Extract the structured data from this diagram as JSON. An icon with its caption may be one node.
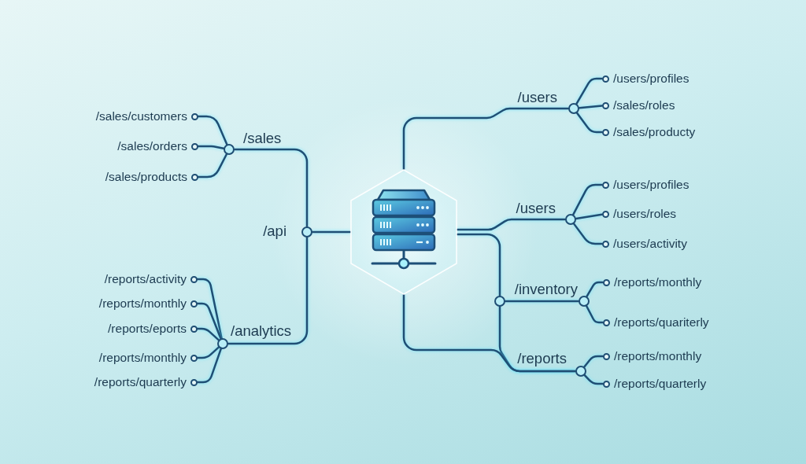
{
  "diagram": {
    "nodes": [
      {
        "text": [],
        "shape": "hexagon"
      },
      {
        "text": [],
        "shape": "circle",
        "beside": [
          "/api"
        ]
      },
      {
        "text": [],
        "shape": "circle",
        "beside": [
          "/sales"
        ]
      },
      {
        "text": [],
        "shape": "circle",
        "beside": [
          "/sales/customers"
        ]
      },
      {
        "text": [],
        "shape": "circle",
        "beside": [
          "/sales/orders"
        ]
      },
      {
        "text": [],
        "shape": "circle",
        "beside": [
          "/sales/products"
        ]
      },
      {
        "text": [],
        "shape": "circle",
        "beside": [
          "/analytics"
        ]
      },
      {
        "text": [],
        "shape": "circle",
        "beside": [
          "/reports/activity"
        ]
      },
      {
        "text": [],
        "shape": "circle",
        "beside": [
          "/reports/monthly"
        ]
      },
      {
        "text": [],
        "shape": "circle",
        "beside": [
          "/reports/eports"
        ]
      },
      {
        "text": [],
        "shape": "circle",
        "beside": [
          "/reports/monthly"
        ]
      },
      {
        "text": [],
        "shape": "circle",
        "beside": [
          "/reports/quarterly"
        ]
      },
      {
        "text": [],
        "shape": "circle",
        "beside": [
          "/users"
        ]
      },
      {
        "text": [],
        "shape": "circle",
        "beside": [
          "/users/profiles"
        ]
      },
      {
        "text": [],
        "shape": "circle",
        "beside": [
          "/sales/roles"
        ]
      },
      {
        "text": [],
        "shape": "circle",
        "beside": [
          "/sales/producty"
        ]
      },
      {
        "text": [],
        "shape": "circle",
        "beside": [
          "/users"
        ]
      },
      {
        "text": [],
        "shape": "circle",
        "beside": [
          "/users/profiles"
        ]
      },
      {
        "text": [],
        "shape": "circle",
        "beside": [
          "/users/roles"
        ]
      },
      {
        "text": [],
        "shape": "circle",
        "beside": [
          "/users/activity"
        ]
      },
      {
        "text": [],
        "shape": "circle"
      },
      {
        "text": [],
        "shape": "circle",
        "beside": [
          "/inventory"
        ]
      },
      {
        "text": [],
        "shape": "circle",
        "beside": [
          "/reports/monthly"
        ]
      },
      {
        "text": [],
        "shape": "circle",
        "beside": [
          "/reports/quariterly"
        ]
      },
      {
        "text": [],
        "shape": "circle",
        "beside": [
          "/reports"
        ]
      },
      {
        "text": [],
        "shape": "circle",
        "beside": [
          "/reports/monthly"
        ]
      },
      {
        "text": [],
        "shape": "circle",
        "beside": [
          "/reports/quarterly"
        ]
      }
    ],
    "edges": [
      {
        "from": 0,
        "to": 1,
        "arrow": "none"
      },
      {
        "from": 1,
        "to": 2,
        "arrow": "none"
      },
      {
        "from": 1,
        "to": 6,
        "arrow": "none"
      },
      {
        "from": 2,
        "to": 3,
        "arrow": "none"
      },
      {
        "from": 2,
        "to": 4,
        "arrow": "none"
      },
      {
        "from": 2,
        "to": 5,
        "arrow": "none"
      },
      {
        "from": 6,
        "to": 7,
        "arrow": "none"
      },
      {
        "from": 6,
        "to": 8,
        "arrow": "none"
      },
      {
        "from": 6,
        "to": 9,
        "arrow": "none"
      },
      {
        "from": 6,
        "to": 10,
        "arrow": "none"
      },
      {
        "from": 6,
        "to": 11,
        "arrow": "none"
      },
      {
        "from": 0,
        "to": 12,
        "arrow": "none"
      },
      {
        "from": 12,
        "to": 13,
        "arrow": "none"
      },
      {
        "from": 12,
        "to": 14,
        "arrow": "none"
      },
      {
        "from": 12,
        "to": 15,
        "arrow": "none"
      },
      {
        "from": 0,
        "to": 16,
        "arrow": "none"
      },
      {
        "from": 16,
        "to": 17,
        "arrow": "none"
      },
      {
        "from": 16,
        "to": 18,
        "arrow": "none"
      },
      {
        "from": 16,
        "to": 19,
        "arrow": "none"
      },
      {
        "from": 0,
        "to": 20,
        "arrow": "none"
      },
      {
        "from": 20,
        "to": 21,
        "arrow": "none"
      },
      {
        "from": 21,
        "to": 22,
        "arrow": "none"
      },
      {
        "from": 21,
        "to": 23,
        "arrow": "none"
      },
      {
        "from": 20,
        "to": 24,
        "arrow": "none"
      },
      {
        "from": 0,
        "to": 24,
        "arrow": "none"
      },
      {
        "from": 24,
        "to": 25,
        "arrow": "none"
      },
      {
        "from": 24,
        "to": 26,
        "arrow": "none"
      }
    ]
  }
}
